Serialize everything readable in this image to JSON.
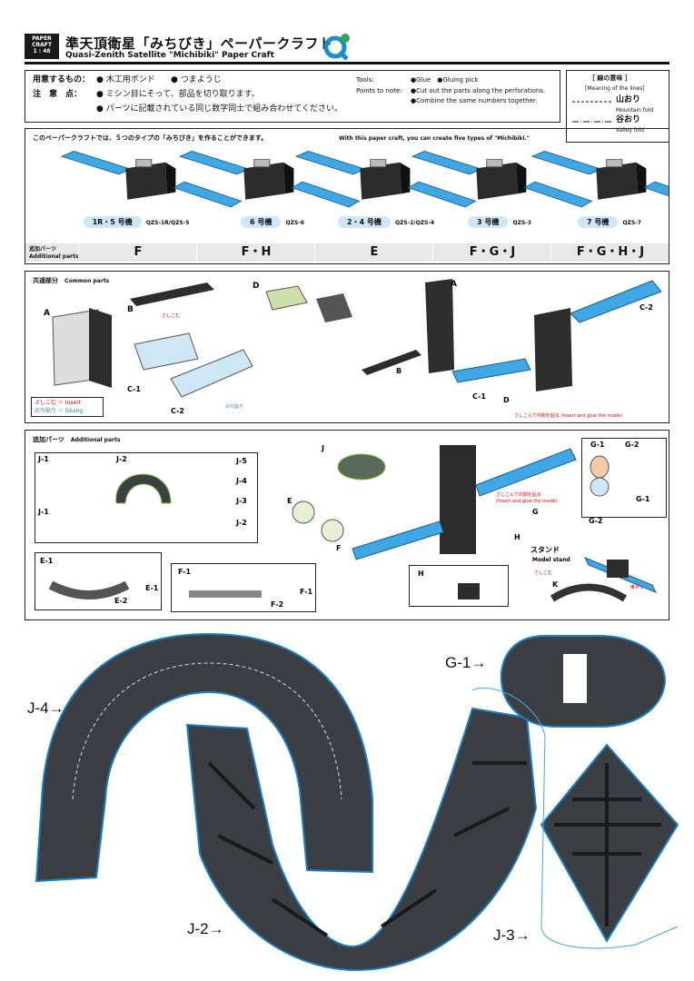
{
  "header": {
    "badge": [
      "PAPER",
      "CRAFT",
      "1 : 48"
    ],
    "title_ja": "準天頂衛星「みちびき」ペーパークラフト",
    "title_en": "Quasi-Zenith Satellite \"Michibiki\" Paper Craft"
  },
  "info": {
    "prep_label": "用意するもの：",
    "prep_items": [
      "木工用ボンド",
      "つまようじ"
    ],
    "note_label": "注　意　点：",
    "notes_ja": [
      "ミシン目にそって、部品を切り取ります。",
      "パーツに記載されている同じ数字同士で組み合わせてください。"
    ],
    "tools_label": "Tools:",
    "tools_items": [
      "Glue",
      "Gluing pick"
    ],
    "points_label": "Points to note:",
    "notes_en": [
      "Cut out the parts along the perforations.",
      "Combine the same numbers together."
    ]
  },
  "legend": {
    "title": "［ 線の意味 ］",
    "subtitle": "[Meaning of the lines]",
    "mountain_ja": "山おり",
    "mountain_en": "Mountain fold",
    "valley_ja": "谷おり",
    "valley_en": "Valley fold"
  },
  "types": {
    "heading_ja": "このペーパークラフトでは、５つのタイプの「みちびき」を作ることができます。",
    "heading_en": "With this paper craft, you can create five types of \"Michibiki.\"",
    "models": [
      {
        "name_ja": "1R・5 号機",
        "code": "QZS-1R/QZS-5",
        "parts": "F"
      },
      {
        "name_ja": "6 号機",
        "code": "QZS-6",
        "parts": "F・H"
      },
      {
        "name_ja": "2・4 号機",
        "code": "QZS-2/QZS-4",
        "parts": "E"
      },
      {
        "name_ja": "3 号機",
        "code": "QZS-3",
        "parts": "F・G・J"
      },
      {
        "name_ja": "7 号機",
        "code": "QZS-7",
        "parts": "F・G・H・J"
      }
    ],
    "additional_label_ja": "追加パーツ",
    "additional_label_en": "Additional parts"
  },
  "common": {
    "heading_ja": "共通部分",
    "heading_en": "Common parts",
    "parts": [
      "A",
      "B",
      "C-1",
      "C-2",
      "D",
      "A",
      "B",
      "C-1",
      "C-2",
      "D"
    ],
    "legend_insert": "さしこむ ＝ Insert",
    "legend_glue": "のり貼り ＝ Gluing",
    "insert_note": "さしこんで内側を貼る",
    "insert_note_en": "(Insert and glue the inside)",
    "glue": "のり貼り",
    "insert": "さしこむ"
  },
  "additional": {
    "heading_ja": "追加パーツ",
    "heading_en": "Additional parts",
    "j_parts": [
      "J-1",
      "J-2",
      "J-5",
      "J-4",
      "J-3",
      "J-2",
      "J-1"
    ],
    "e_parts": [
      "E-1",
      "E-2",
      "E-1"
    ],
    "f_parts": [
      "F-1",
      "F-2",
      "F-1"
    ],
    "g_parts": [
      "G-1",
      "G-2",
      "G-1",
      "G-2"
    ],
    "other_parts": [
      "J",
      "E",
      "F",
      "G",
      "H",
      "H"
    ],
    "insert_glue_ja": "さしこんで内側を貼る",
    "insert_glue_en": "(Insert and glue the inside)",
    "stand_ja": "スタンド",
    "stand_en": "Model stand",
    "stand_insert": "さしこむ",
    "stand_put": "乗せる",
    "stand_k": "K"
  },
  "cutouts": {
    "j4": "J-4→",
    "j2": "J-2→",
    "j3": "J-3→",
    "g1": "G-1→"
  }
}
